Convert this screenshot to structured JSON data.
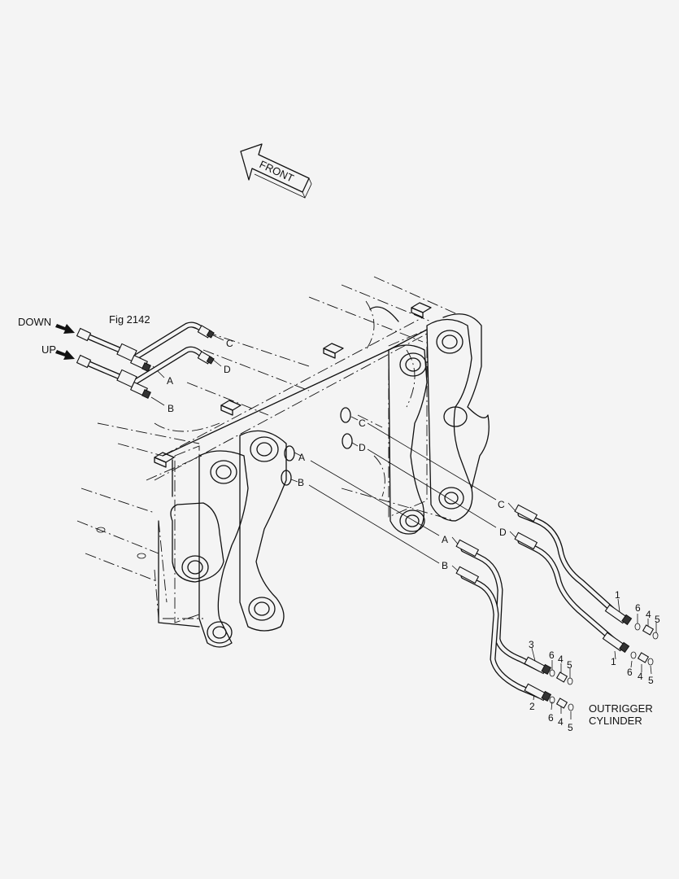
{
  "labels": {
    "front": "FRONT",
    "down": "DOWN",
    "up": "UP",
    "fig_ref": "Fig 2142",
    "outrigger_line1": "OUTRIGGER",
    "outrigger_line2": "CYLINDER"
  },
  "connection_letters": {
    "c": "C",
    "d": "D",
    "a": "A",
    "b": "B"
  },
  "part_numbers": {
    "p1": "1",
    "p2": "2",
    "p3": "3",
    "p4": "4",
    "p5": "5",
    "p6": "6"
  }
}
